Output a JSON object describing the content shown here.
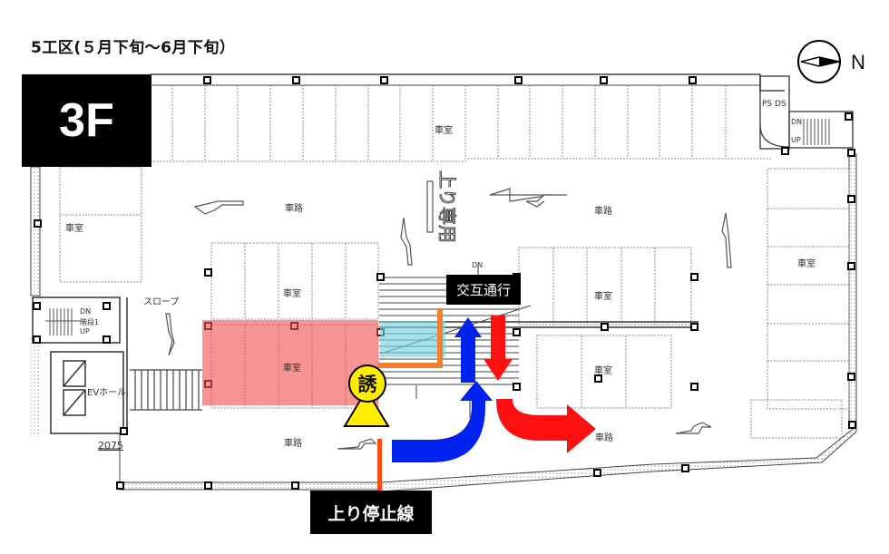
{
  "header": {
    "title": "5工区(５月下旬～6月下旬）",
    "floor": "3F"
  },
  "compass": {
    "icon": "compass-north-arrow-icon",
    "label": "N"
  },
  "labels": {
    "shashitsu": "車室",
    "shaji": "車路",
    "slope": "スロープ",
    "ev_hall": "EVホール",
    "stairs1_dn": "DN",
    "stairs1_name": "階段1",
    "stairs1_up": "UP",
    "stairs2_dn": "DN",
    "stairs2_up": "UP",
    "ps_ds": "PS DS",
    "dn_marker": "DN",
    "dimension": "2075",
    "road_marking": "上り専用"
  },
  "annotations": {
    "alternate_traffic": "交互通行",
    "uphill_stop_line": "上り停止線",
    "guide_person_symbol": "誘"
  },
  "colors": {
    "restricted_zone": "#f05050",
    "work_zone": "#78d2e1",
    "work_zone_border": "#f08030",
    "up_flow_arrow": "#0022ee",
    "down_flow_arrow": "#ff1010",
    "stop_line": "#ff4a10",
    "guide_marker": "#ffee00",
    "label_bg": "#000000"
  },
  "legend_items": [
    {
      "name": "restricted-zone",
      "color": "#f05050"
    },
    {
      "name": "up-traffic-arrow",
      "color": "#0022ee"
    },
    {
      "name": "down-traffic-arrow",
      "color": "#ff1010"
    }
  ]
}
